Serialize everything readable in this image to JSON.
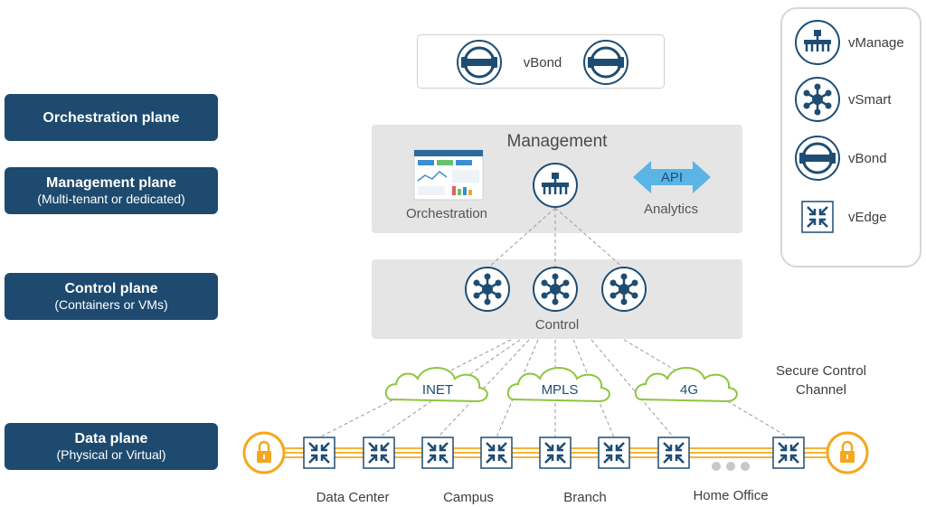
{
  "planes": [
    {
      "title": "Orchestration plane",
      "subtitle": ""
    },
    {
      "title": "Management plane",
      "subtitle": "(Multi-tenant or dedicated)"
    },
    {
      "title": "Control plane",
      "subtitle": "(Containers or VMs)"
    },
    {
      "title": "Data plane",
      "subtitle": "(Physical or Virtual)"
    }
  ],
  "vbond_label": "vBond",
  "management": {
    "title": "Management",
    "orchestration": "Orchestration",
    "api": "API",
    "analytics": "Analytics"
  },
  "control_label": "Control",
  "transports": [
    "INET",
    "MPLS",
    "4G"
  ],
  "secure_channel": [
    "Secure Control",
    "Channel"
  ],
  "sites": [
    "Data Center",
    "Campus",
    "Branch",
    "Home Office"
  ],
  "legend": [
    {
      "label": "vManage",
      "icon": "vmanage-icon"
    },
    {
      "label": "vSmart",
      "icon": "vsmart-icon"
    },
    {
      "label": "vBond",
      "icon": "vbond-icon"
    },
    {
      "label": "vEdge",
      "icon": "vedge-icon"
    }
  ],
  "colors": {
    "plane_fill": "#1d4a6e",
    "icon_blue": "#1e4d73",
    "cloud_green": "#8cc63f",
    "lock_orange": "#f4a81d",
    "api_blue": "#5ab4e5"
  }
}
